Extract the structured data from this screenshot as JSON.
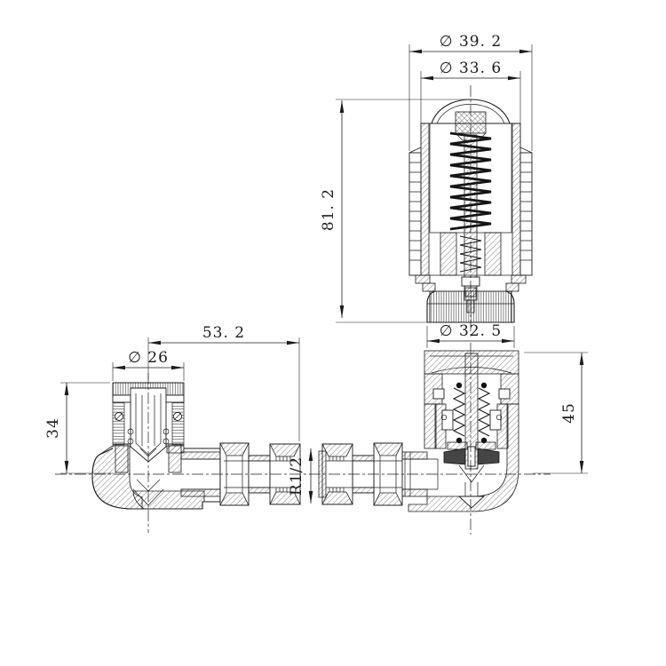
{
  "meta": {
    "background": "#ffffff",
    "line_color": "#1c1c1c"
  },
  "dimensions": {
    "head_outer_dia": "∅ 39. 2",
    "head_upper_dia": "∅ 33. 6",
    "head_height": "81. 2",
    "head_base_dia": "∅ 32. 5",
    "left_valve_length": "53. 2",
    "left_cap_dia": "∅ 26",
    "left_valve_height": "34",
    "thread_size": "R1/2",
    "right_valve_height": "45"
  }
}
